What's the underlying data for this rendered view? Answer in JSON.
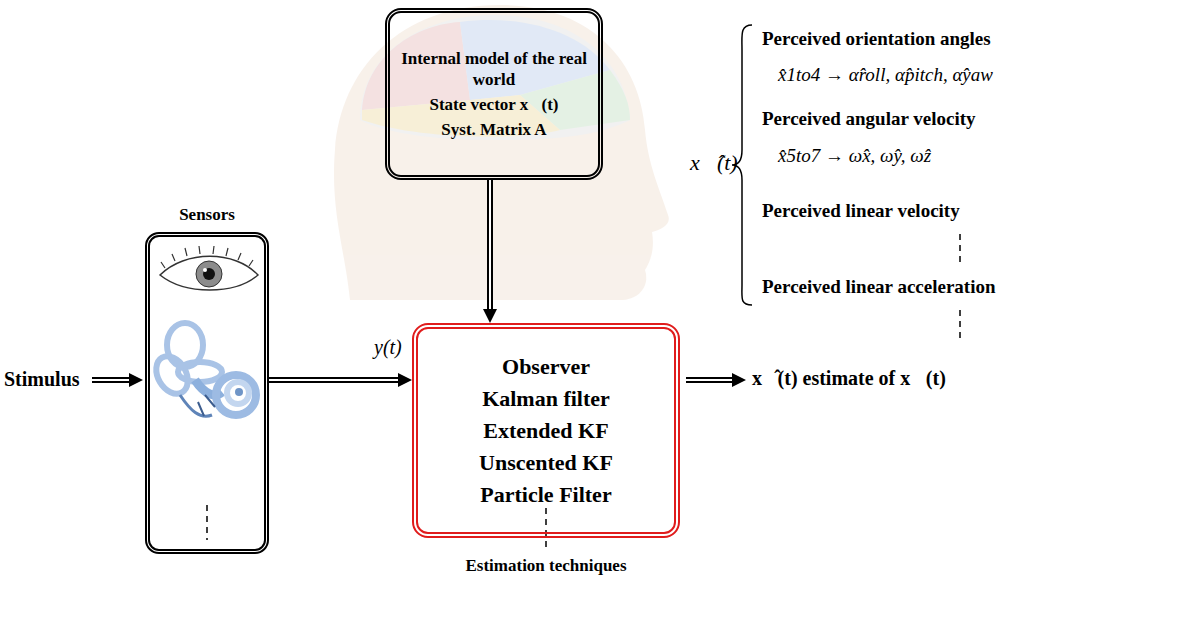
{
  "diagram": {
    "nodes": [
      {
        "text": [
          "Internal model of the real world",
          "State vector x⃗(t)",
          "Syst. Matrix A"
        ]
      },
      {
        "text": [
          "Sensors"
        ]
      },
      {
        "text": [
          "Observer",
          "Kalman filter",
          "Extended KF",
          "Unscented KF",
          "Particle Filter",
          "Estimation techniques"
        ]
      }
    ],
    "edges": [
      {
        "from": 0,
        "to": 2,
        "arrow": "to"
      },
      {
        "from": 1,
        "to": 2,
        "label": "y(t)",
        "arrow": "to"
      }
    ],
    "labels": [
      "Stimulus",
      "x⃗̂(t) estimate of x⃗(t)",
      "x⃗̂(t)",
      "Perceived orientation angles",
      "x̂1to4 → α̂roll, α̂pitch, α̂yaw",
      "Perceived angular velocity",
      "x̂5to7 → ω̂x, ω̂y, ω̂z",
      "Perceived linear velocity",
      "Perceived linear acceleration"
    ]
  }
}
